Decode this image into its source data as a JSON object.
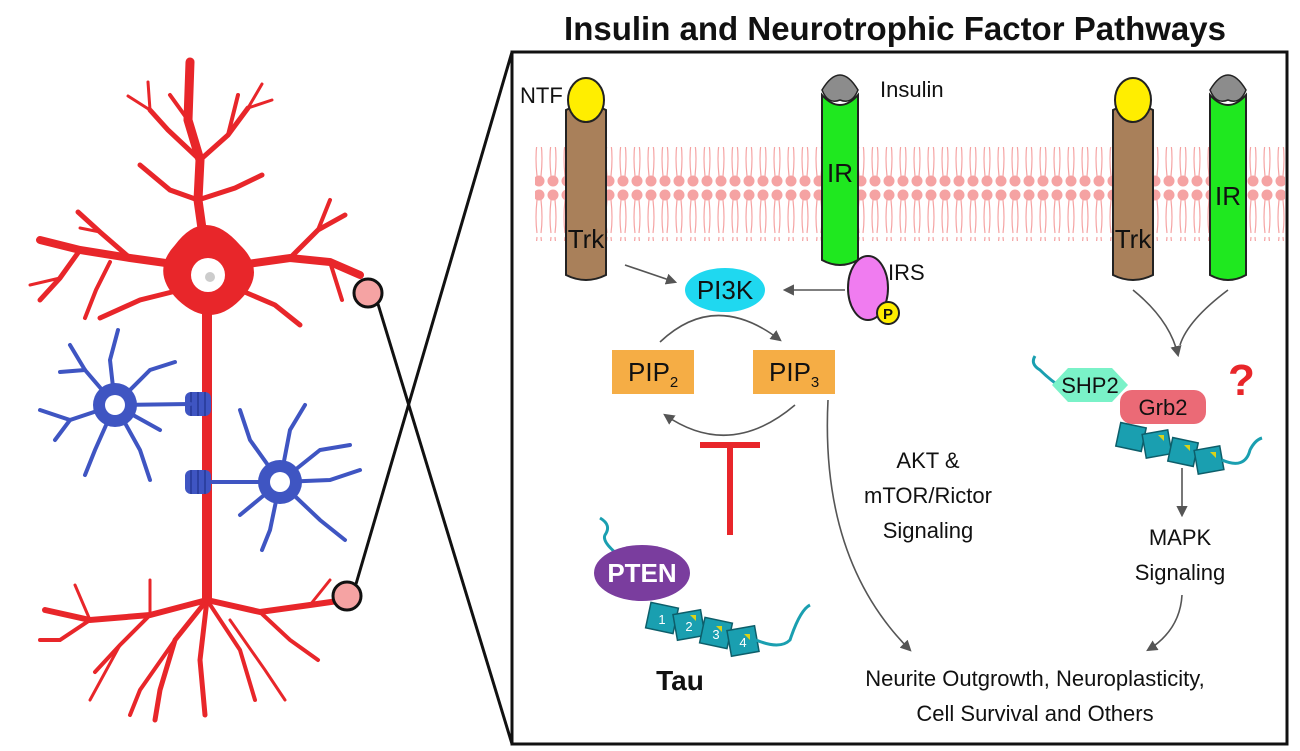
{
  "title": "Insulin and Neurotrophic Factor Pathways",
  "labels": {
    "ntf": "NTF",
    "insulin": "Insulin",
    "trk": "Trk",
    "ir": "IR",
    "irs": "IRS",
    "p": "P",
    "pi3k": "PI3K",
    "pip2_main": "PIP",
    "pip2_sub": "2",
    "pip3_main": "PIP",
    "pip3_sub": "3",
    "akt_line1": "AKT &",
    "akt_line2": "mTOR/Rictor",
    "akt_line3": "Signaling",
    "shp2": "SHP2",
    "grb2": "Grb2",
    "question": "?",
    "mapk_line1": "MAPK",
    "mapk_line2": "Signaling",
    "pten": "PTEN",
    "tau": "Tau",
    "tau_seg1": "1",
    "tau_seg2": "2",
    "tau_seg3": "3",
    "tau_seg4": "4",
    "outcome_line1": "Neurite Outgrowth, Neuroplasticity,",
    "outcome_line2": "Cell Survival and Others"
  },
  "colors": {
    "neuron": "#e8262a",
    "glia": "#3f55c2",
    "trk": "#a9805a",
    "ir": "#1fe81f",
    "ntf": "#ffee00",
    "insulin": "#8c8c8c",
    "irs": "#f07cf0",
    "pi3k": "#1fd8f0",
    "pip": "#f5ad45",
    "membrane": "#f5a3a3",
    "shp2": "#7af2c8",
    "grb2": "#eb6a76",
    "pten": "#7a3d9e",
    "tau": "#1a9fb0",
    "tau_accent": "#d8d21a",
    "inhibit": "#e8262a",
    "question": "#e8262a"
  }
}
